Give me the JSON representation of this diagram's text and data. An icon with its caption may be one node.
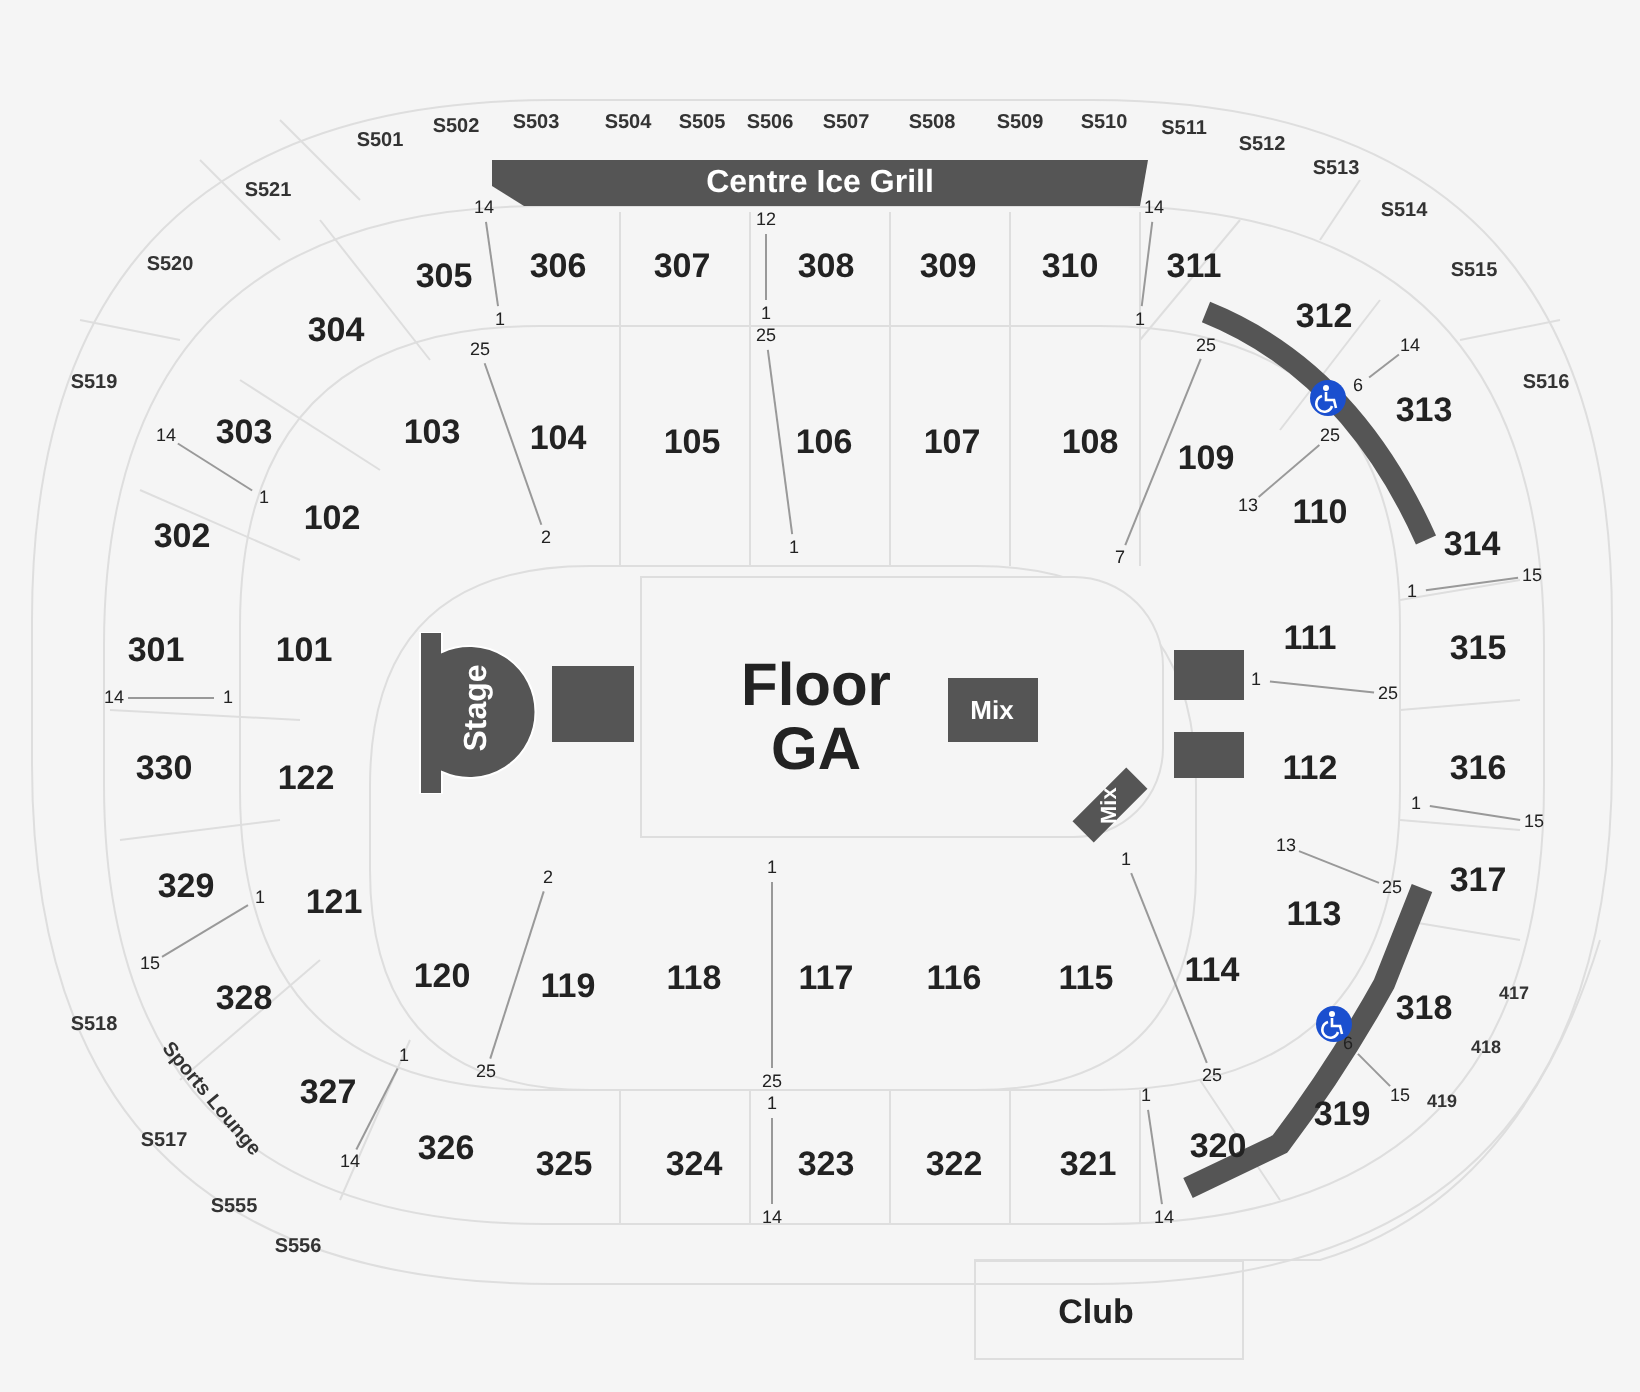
{
  "diagram": {
    "nodes": [
      {
        "text": [
          "Centre Ice Grill"
        ]
      },
      {
        "text": [
          "Stage"
        ]
      },
      {
        "text": [],
        "shape": "box"
      },
      {
        "text": [
          "Floor GA"
        ]
      },
      {
        "text": [
          "Mix"
        ],
        "in": 3
      },
      {
        "text": [
          "Mix"
        ],
        "in": 3
      },
      {
        "text": [],
        "shape": "box"
      },
      {
        "text": [],
        "shape": "box"
      },
      {
        "text": [
          "Club"
        ]
      }
    ],
    "labels": [
      "S501",
      "S502",
      "S503",
      "S504",
      "S505",
      "S506",
      "S507",
      "S508",
      "S509",
      "S510",
      "S511",
      "S512",
      "S513",
      "S514",
      "S515",
      "S516",
      "S521",
      "S520",
      "S519",
      "S518",
      "S517",
      "S555",
      "S556",
      "Sports Lounge",
      "305",
      "306",
      "307",
      "308",
      "309",
      "310",
      "311",
      "312",
      "313",
      "314",
      "315",
      "316",
      "317",
      "318",
      "319",
      "320",
      "321",
      "322",
      "323",
      "324",
      "325",
      "326",
      "327",
      "328",
      "329",
      "330",
      "301",
      "302",
      "303",
      "304",
      "103",
      "104",
      "105",
      "106",
      "107",
      "108",
      "109",
      "110",
      "111",
      "112",
      "113",
      "114",
      "115",
      "116",
      "117",
      "118",
      "119",
      "120",
      "121",
      "122",
      "101",
      "102",
      "417",
      "418",
      "419",
      "14",
      "1",
      "25",
      "2",
      "12",
      "1",
      "25",
      "1",
      "14",
      "1",
      "25",
      "7",
      "14",
      "6",
      "25",
      "13",
      "1",
      "15",
      "14",
      "1",
      "14",
      "1",
      "1",
      "25",
      "1",
      "15",
      "13",
      "25",
      "1",
      "25",
      "6",
      "15",
      "1",
      "14",
      "2",
      "25",
      "1",
      "25",
      "1",
      "14",
      "1",
      "15",
      "1",
      "14"
    ]
  }
}
